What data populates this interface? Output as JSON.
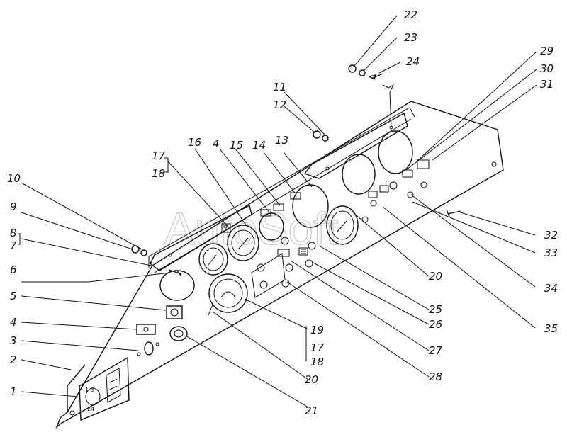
{
  "watermark": "AutoSoft",
  "callouts": {
    "c1": "1",
    "c2": "2",
    "c3": "3",
    "c4a": "4",
    "c5": "5",
    "c6": "6",
    "c7": "7",
    "c8": "8",
    "c9": "9",
    "c10": "10",
    "c11": "11",
    "c12": "12",
    "c13": "13",
    "c14": "14",
    "c15": "15",
    "c16": "16",
    "c17a": "17",
    "c18a": "18",
    "c4b": "4",
    "c19": "19",
    "c17b": "17",
    "c18b": "18",
    "c20a": "20",
    "c20b": "20",
    "c21": "21",
    "c22": "22",
    "c23": "23",
    "c24": "24",
    "c25": "25",
    "c26": "26",
    "c27": "27",
    "c28": "28",
    "c29": "29",
    "c30": "30",
    "c31": "31",
    "c32": "32",
    "c33": "33",
    "c34": "34",
    "c35": "35"
  },
  "switch_labels": {
    "ignition_top": "1-3",
    "ignition_bottom": "24"
  }
}
